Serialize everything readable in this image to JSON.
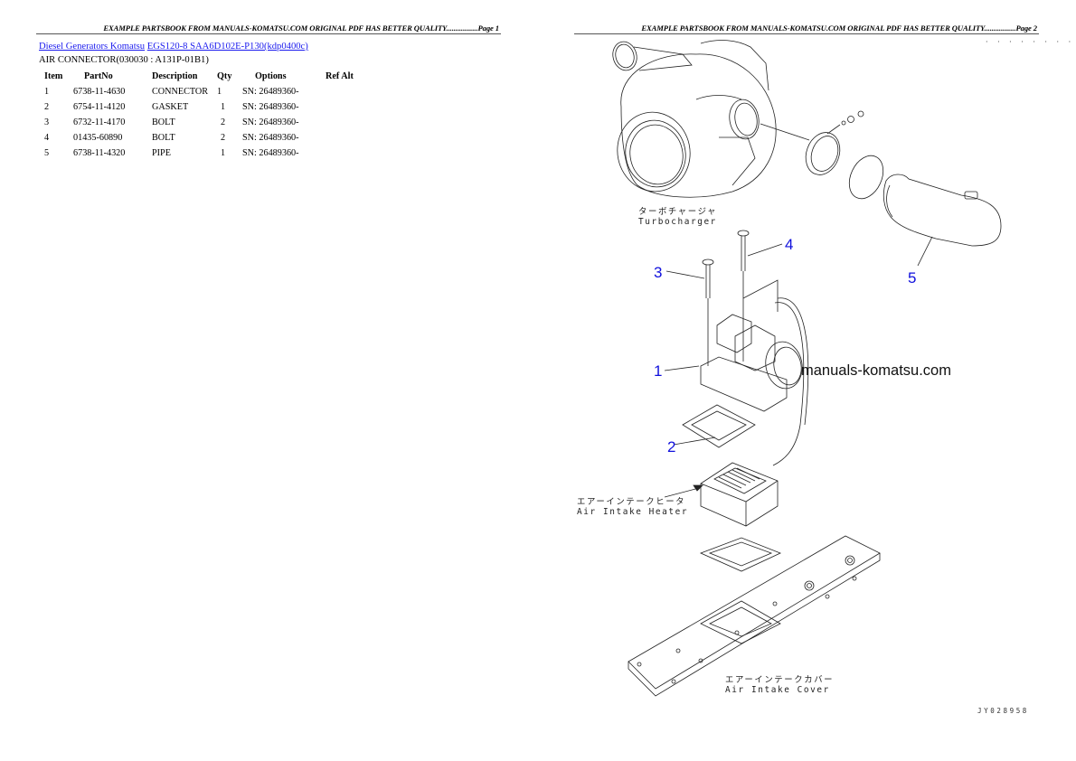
{
  "page1": {
    "header": "EXAMPLE PARTSBOOK FROM MANUALS-KOMATSU.COM ORIGINAL PDF HAS BETTER QUALITY.................Page 1",
    "breadcrumbs": [
      {
        "label": "Diesel Generators Komatsu"
      },
      {
        "label": "EGS120-8 SAA6D102E-P130(kdp0400c)"
      }
    ],
    "subtitle": "AIR CONNECTOR(030030 : A131P-01B1)",
    "table": {
      "columns": [
        "Item",
        "PartNo",
        "Description",
        "Qty",
        "Options",
        "Ref Alt"
      ],
      "rows": [
        {
          "item": "1",
          "partno": "6738-11-4630",
          "description": "CONNECTOR",
          "qty": "1",
          "options": "SN: 26489360-",
          "ref": ""
        },
        {
          "item": "2",
          "partno": "6754-11-4120",
          "description": "GASKET",
          "qty": "1",
          "options": "SN: 26489360-",
          "ref": ""
        },
        {
          "item": "3",
          "partno": "6732-11-4170",
          "description": "BOLT",
          "qty": "2",
          "options": "SN: 26489360-",
          "ref": ""
        },
        {
          "item": "4",
          "partno": "01435-60890",
          "description": "BOLT",
          "qty": "2",
          "options": "SN: 26489360-",
          "ref": ""
        },
        {
          "item": "5",
          "partno": "6738-11-4320",
          "description": "PIPE",
          "qty": "1",
          "options": "SN: 26489360-",
          "ref": ""
        }
      ]
    }
  },
  "page2": {
    "header": "EXAMPLE PARTSBOOK FROM MANUALS-KOMATSU.COM ORIGINAL PDF HAS BETTER QUALITY.................Page 2",
    "top_dots": "· · · · · · · ·",
    "callouts": [
      "1",
      "2",
      "3",
      "4",
      "5"
    ],
    "captions": {
      "turbocharger_jp": "ターボチャージャ",
      "turbocharger_en": "Turbocharger",
      "heater_jp": "エアーインテークヒータ",
      "heater_en": "Air Intake Heater",
      "cover_jp": "エアーインテークカバー",
      "cover_en": "Air Intake Cover"
    },
    "watermark": "manuals-komatsu.com",
    "drawing_code": "JY028958",
    "callout_color": "#1010dd",
    "link_color": "#1a1aee"
  }
}
